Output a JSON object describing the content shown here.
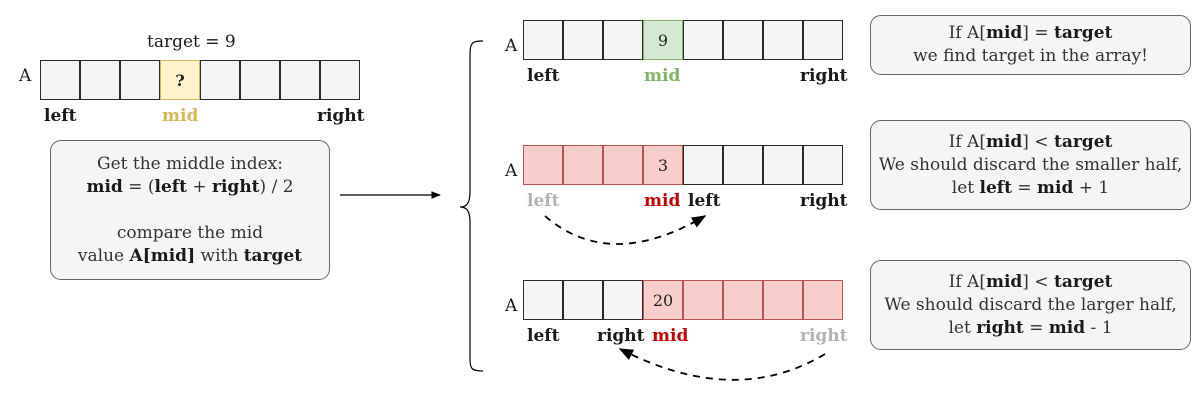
{
  "left_panel": {
    "target_label": "target = 9",
    "array_name": "A",
    "cells": [
      "",
      "",
      "",
      "?",
      "",
      "",
      "",
      ""
    ],
    "labels": {
      "left": "left",
      "mid": "mid",
      "right": "right"
    }
  },
  "explain_box": {
    "line1": "Get the middle index:",
    "line2": {
      "mid": "mid",
      "eq": " = (",
      "left": "left",
      "plus": " + ",
      "right": "right",
      "tail": ") / 2"
    },
    "line3": "compare the mid",
    "line4": {
      "pre": "value ",
      "amid": "A[mid]",
      "with": " with ",
      "target": "target"
    }
  },
  "cases": [
    {
      "array_name": "A",
      "cells": [
        "",
        "",
        "",
        "9",
        "",
        "",
        "",
        ""
      ],
      "labels": {
        "left": "left",
        "mid": "mid",
        "right": "right"
      },
      "note": {
        "p1": "If A[",
        "mid": "mid",
        "p2": "] = ",
        "target": "target",
        "line2": "we find target in the array!"
      }
    },
    {
      "array_name": "A",
      "cells": [
        "",
        "",
        "",
        "3",
        "",
        "",
        "",
        ""
      ],
      "labels": {
        "old_left": "left",
        "mid": "mid",
        "new_left": "left",
        "right": "right"
      },
      "note": {
        "p1": "If A[",
        "mid": "mid",
        "p2": "] < ",
        "target": "target",
        "line2": "We should discard the smaller half,",
        "l3a": "let ",
        "l3left": "left",
        "l3eq": " = ",
        "l3mid": "mid",
        "l3tail": " + 1"
      }
    },
    {
      "array_name": "A",
      "cells": [
        "",
        "",
        "",
        "20",
        "",
        "",
        "",
        ""
      ],
      "labels": {
        "left": "left",
        "new_right": "right",
        "mid": "mid",
        "old_right": "right"
      },
      "note": {
        "p1": "If A[",
        "mid": "mid",
        "p2": "] < ",
        "target": "target",
        "line2": "We should discard the larger half,",
        "l3a": "let ",
        "l3right": "right",
        "l3eq": " = ",
        "l3mid": "mid",
        "l3tail": " - 1"
      }
    }
  ],
  "colors": {
    "highlight": "#fff2cc",
    "found": "#d5e8d4",
    "discard": "#f8cecc",
    "mid_gold": "#d6b656",
    "mid_green": "#82b366",
    "mid_red": "#c00000",
    "stale": "#b3b3b3"
  }
}
